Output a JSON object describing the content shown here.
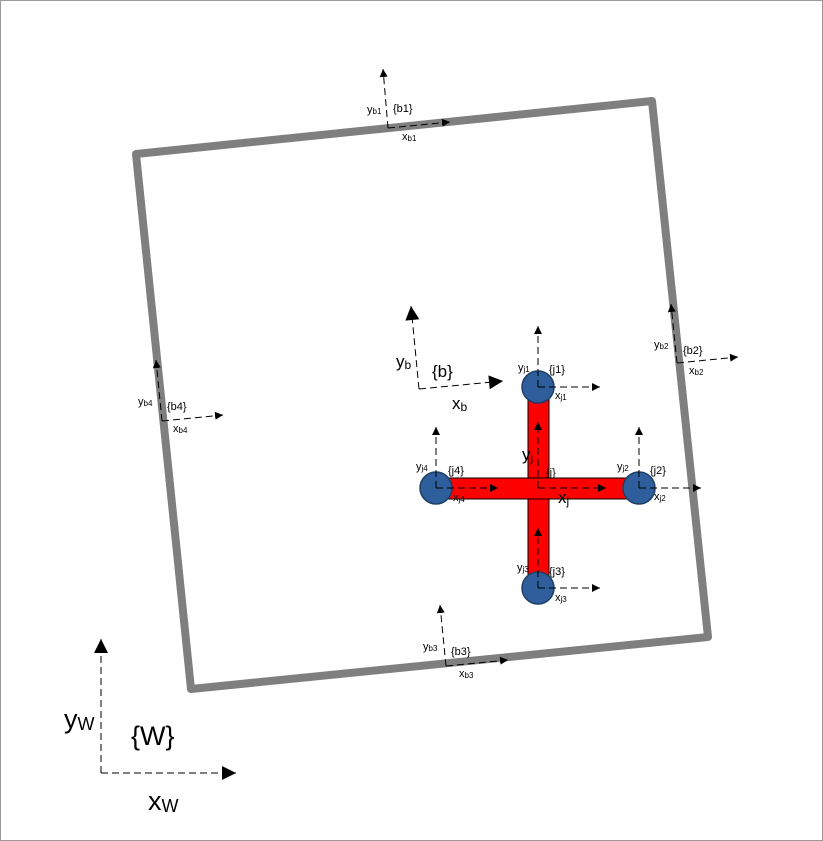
{
  "diagram": {
    "colors": {
      "board": "#7f7f7f",
      "cross": "#ff0000",
      "joint_fill": "#2e5e9c",
      "joint_stroke": "#1f3f66",
      "axis": "#000000"
    },
    "frames": {
      "world": {
        "label": "{W}",
        "y": "y",
        "y_sub": "W",
        "x": "x",
        "x_sub": "W"
      },
      "body": {
        "label": "{b}",
        "y": "y",
        "y_sub": "b",
        "x": "x",
        "x_sub": "b"
      },
      "b1": {
        "label": "{b1}",
        "y": "y",
        "y_sub": "b1",
        "x": "x",
        "x_sub": "b1"
      },
      "b2": {
        "label": "{b2}",
        "y": "y",
        "y_sub": "b2",
        "x": "x",
        "x_sub": "b2"
      },
      "b3": {
        "label": "{b3}",
        "y": "y",
        "y_sub": "b3",
        "x": "x",
        "x_sub": "b3"
      },
      "b4": {
        "label": "{b4}",
        "y": "y",
        "y_sub": "b4",
        "x": "x",
        "x_sub": "b4"
      },
      "j": {
        "label": "{j}",
        "y": "y",
        "y_sub": "j",
        "x": "x",
        "x_sub": "j"
      },
      "j1": {
        "label": "{j1}",
        "y": "y",
        "y_sub": "j1",
        "x": "x",
        "x_sub": "j1"
      },
      "j2": {
        "label": "{j2}",
        "y": "y",
        "y_sub": "j2",
        "x": "x",
        "x_sub": "j2"
      },
      "j3": {
        "label": "{j3}",
        "y": "y",
        "y_sub": "j3",
        "x": "x",
        "x_sub": "j3"
      },
      "j4": {
        "label": "{j4}",
        "y": "y",
        "y_sub": "j4",
        "x": "x",
        "x_sub": "j4"
      }
    }
  }
}
